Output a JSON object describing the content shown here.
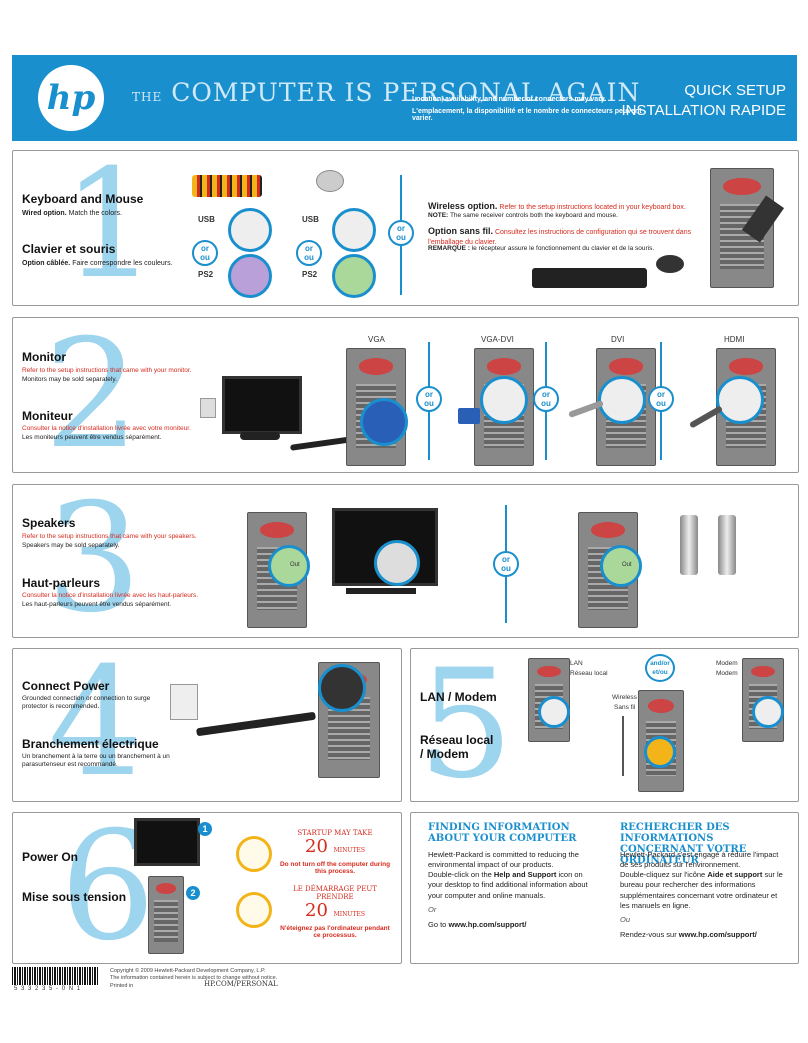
{
  "header": {
    "logo": "hp",
    "slogan_the": "THE",
    "slogan": "COMPUTER IS PERSONAL AGAIN",
    "note_en": "Location, availability, and number of connectors may vary.",
    "note_fr": "L'emplacement, la disponibilité et le nombre de connecteurs peuvent varier.",
    "quick_setup": "QUICK SETUP",
    "installation_rapide": "INSTALLATION RAPIDE"
  },
  "step1": {
    "num": "1",
    "title_en": "Keyboard and Mouse",
    "sub_en_bold": "Wired option.",
    "sub_en": "Match the colors.",
    "title_fr": "Clavier et souris",
    "sub_fr_bold": "Option câblée.",
    "sub_fr": "Faire correspondre les couleurs.",
    "usb": "USB",
    "ps2": "PS2",
    "or": "or",
    "ou": "ou",
    "wireless_bold": "Wireless option.",
    "wireless": "Refer to the setup instructions located in your keyboard box.",
    "note_bold": "NOTE:",
    "note": "The same receiver controls both the keyboard and mouse.",
    "sansfil_bold": "Option sans fil.",
    "sansfil": "Consultez les instructions de configuration qui se trouvent dans l'emballage du clavier.",
    "remarque_bold": "REMARQUE :",
    "remarque": "le récepteur assure le fonctionnement du clavier et de la souris."
  },
  "step2": {
    "num": "2",
    "title_en": "Monitor",
    "sub_en_red": "Refer to the setup instructions that came with your monitor.",
    "sub_en": "Monitors may be sold separately.",
    "title_fr": "Moniteur",
    "sub_fr_red": "Consulter la notice d'installation livrée avec votre moniteur.",
    "sub_fr": "Les moniteurs peuvent être vendus séparément.",
    "vga": "VGA",
    "vga_dvi": "VGA-DVI",
    "dvi": "DVI",
    "hdmi": "HDMI"
  },
  "step3": {
    "num": "3",
    "title_en": "Speakers",
    "sub_en_red": "Refer to the setup instructions that came with your speakers.",
    "sub_en": "Speakers may be sold separately.",
    "title_fr": "Haut-parleurs",
    "sub_fr_red": "Consulter la notice d'installation livrée avec les haut-parleurs.",
    "sub_fr": "Les haut-parleurs peuvent être vendus séparément.",
    "out": "Out"
  },
  "step4": {
    "num": "4",
    "title_en": "Connect Power",
    "sub_en": "Grounded connection or connection to surge protector is recommended.",
    "title_fr": "Branchement électrique",
    "sub_fr": "Un branchement à la terre ou un branchement à un parasurtenseur est recommandé."
  },
  "step5": {
    "num": "5",
    "title_en": "LAN / Modem",
    "title_fr": "Réseau local / Modem",
    "lan": "LAN",
    "reseau_local": "Réseau local",
    "andor": "and/or",
    "etou": "et/ou",
    "modem": "Modem",
    "wireless": "Wireless",
    "sansfil": "Sans fil"
  },
  "step6": {
    "num": "6",
    "title_en": "Power On",
    "title_fr": "Mise sous tension",
    "badge1": "1",
    "badge2": "2",
    "startup": "STARTUP MAY TAKE",
    "twenty": "20",
    "minutes": "MINUTES",
    "donot": "Do not turn off the computer during this process.",
    "demarrage": "LE DÉMARRAGE PEUT PRENDRE",
    "neteignez": "N'éteignez pas l'ordinateur pendant ce processus."
  },
  "info": {
    "title_en": "FINDING INFORMATION ABOUT YOUR COMPUTER",
    "p1_en": "Hewlett-Packard is committed to reducing the environmental impact of our products.",
    "p2_en_a": "Double-click on the",
    "p2_en_bold": "Help and Support",
    "p2_en_b": "icon on your desktop to find additional information about your computer and online manuals.",
    "or_en": "Or",
    "goto_en": "Go to",
    "url": "www.hp.com/support/",
    "title_fr": "RECHERCHER DES INFORMATIONS CONCERNANT VOTRE ORDINATEUR",
    "p1_fr": "Hewlett-Packard s'est engagé à réduire l'impact de ses produits sur l'environnement.",
    "p2_fr_a": "Double-cliquez sur l'icône",
    "p2_fr_bold": "Aide et support",
    "p2_fr_b": "sur le bureau pour rechercher des informations supplémentaires concernant votre ordinateur et les manuels en ligne.",
    "or_fr": "Ou",
    "goto_fr": "Rendez-vous sur"
  },
  "footer": {
    "barcode": "5 3 3 2 3 5 - 0 N 1",
    "copyright": "Copyright © 2009 Hewlett-Packard Development Company, L.P.",
    "subject": "The information contained herein is subject to change without notice.",
    "printed": "Printed in",
    "url": "HP.COM/PERSONAL"
  }
}
